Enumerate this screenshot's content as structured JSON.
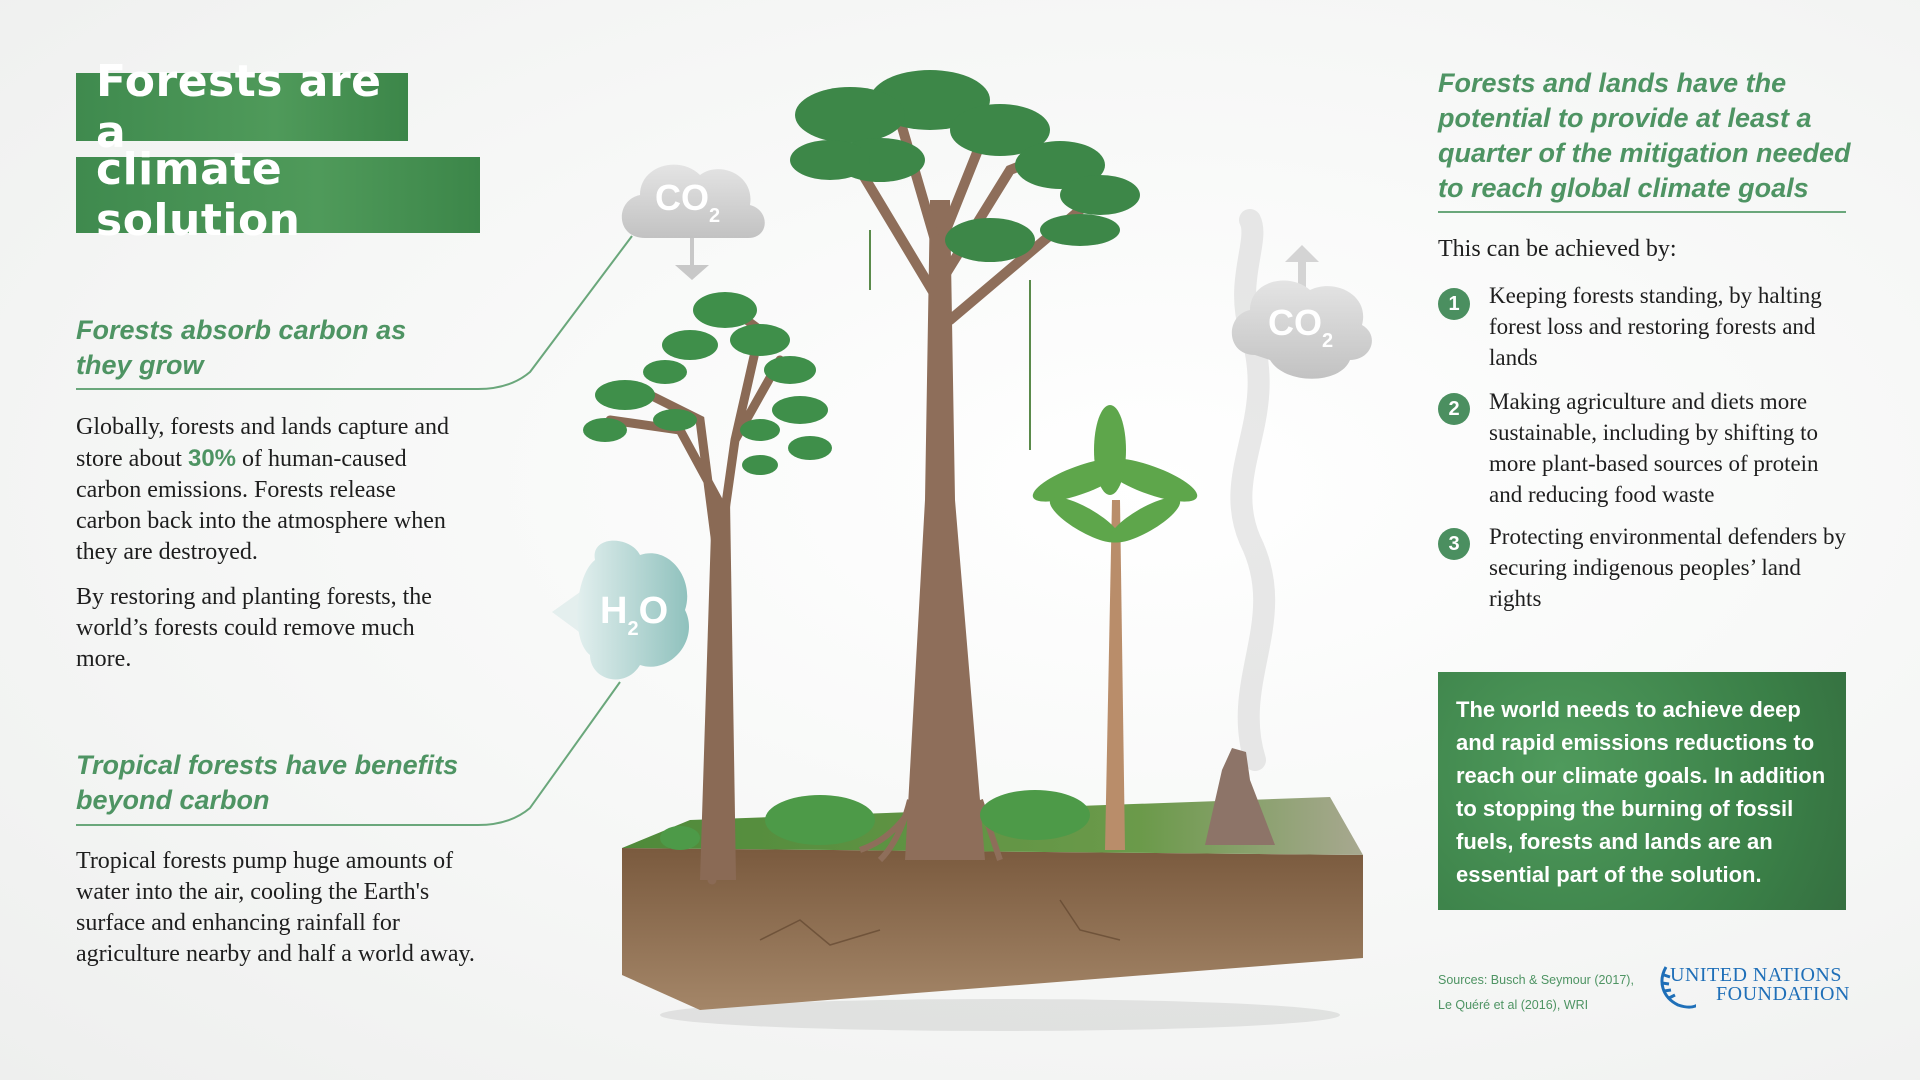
{
  "title": {
    "line1": "Forests are a",
    "line2": "climate solution"
  },
  "left": {
    "section1": {
      "heading": "Forests absorb carbon as they grow",
      "p1_before": "Globally, forests and lands capture and store about ",
      "p1_highlight": "30%",
      "p1_after": " of human-caused carbon emissions. Forests release carbon back into the atmosphere when they are destroyed.",
      "p2": "By restoring and planting forests, the world’s forests could remove much more."
    },
    "section2": {
      "heading": "Tropical forests have benefits beyond carbon",
      "p1": "Tropical forests pump huge amounts of water into the air, cooling the Earth's surface and enhancing rainfall for agriculture nearby and half a world away."
    }
  },
  "illustration": {
    "cloud_absorb": {
      "main": "CO",
      "sub": "2"
    },
    "cloud_release": {
      "main": "CO",
      "sub": "2"
    },
    "cloud_water": {
      "pre": "H",
      "sub": "2",
      "post": "O"
    }
  },
  "right": {
    "heading": "Forests and lands have the potential to provide at least a quarter of the mitigation needed to reach global climate goals",
    "intro": "This can be achieved by:",
    "items": [
      {
        "number": "1",
        "text": "Keeping forests standing, by halting forest loss and restoring forests and lands"
      },
      {
        "number": "2",
        "text": "Making agriculture and diets more sustainable, including by shifting to more plant-based sources of protein and reducing food waste"
      },
      {
        "number": "3",
        "text": "Protecting environmental defenders by securing indigenous peoples’ land rights"
      }
    ],
    "callout": "The world needs to achieve deep and rapid emissions reductions to reach our climate goals. In addition to stopping the burning of fossil fuels, forests and lands are an essential part of the solution.",
    "sources_line1": "Sources: Busch & Seymour (2017),",
    "sources_line2": "Le Quéré et al (2016), WRI",
    "logo": {
      "line1": "UNITED NATIONS",
      "line2": "FOUNDATION"
    }
  },
  "colors": {
    "accent_green": "#4e9463",
    "box_green": "#3f8a4e",
    "un_blue": "#1f6fb8",
    "cloud_gray": "#d0d0d0",
    "water_teal": "#9ec9c6"
  }
}
